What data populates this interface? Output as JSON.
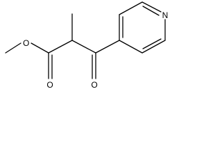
{
  "molecule": {
    "atoms": {
      "ester_oxygen": "O",
      "carbonyl_oxygen_ester": "O",
      "carbonyl_oxygen_ketone": "O",
      "pyridine_nitrogen": "N"
    }
  },
  "colors": {
    "bond": "#000000",
    "label": "#000000",
    "background": "#ffffff"
  }
}
